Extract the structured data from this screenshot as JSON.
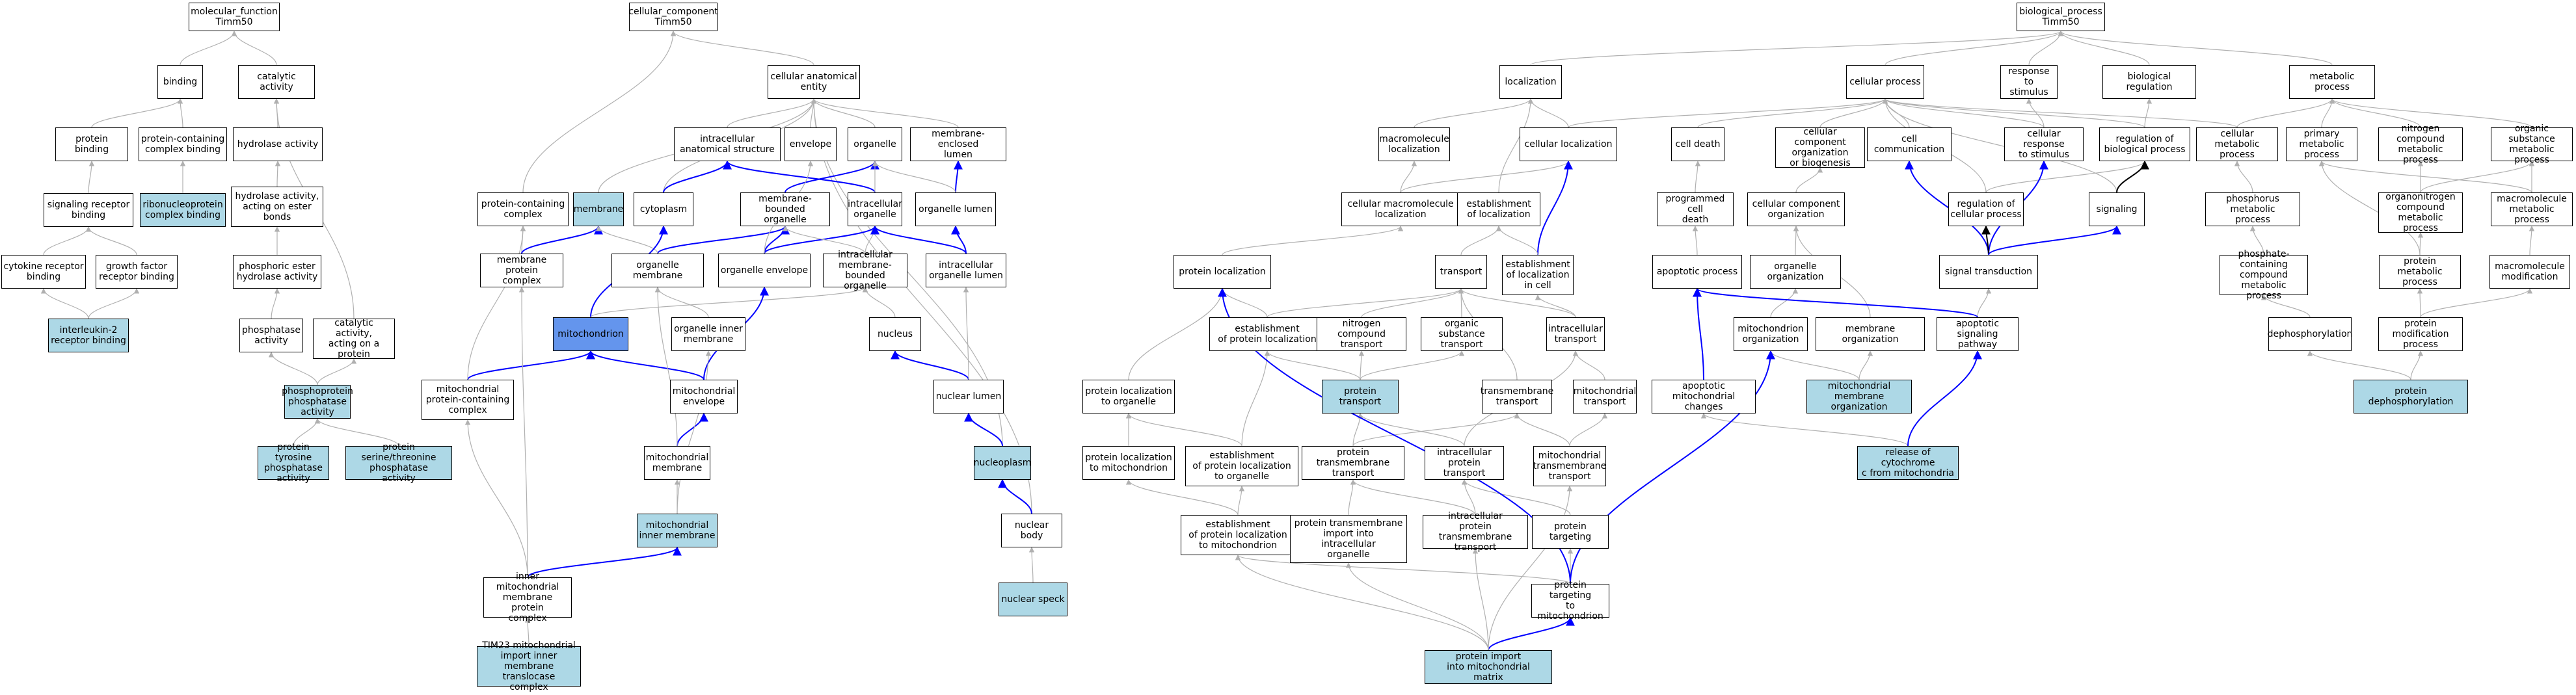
{
  "colors": {
    "plain_fill": "#ffffff",
    "highlight_fill": "#add8e6",
    "selected_fill": "#6495ed",
    "gray_edge": "#b0b0b0",
    "blue_edge": "#0000ff",
    "black_edge": "#000000"
  },
  "nodes": {
    "mf": {
      "label": "molecular_function\nTimm50",
      "kind": "plain"
    },
    "binding": {
      "label": "binding",
      "kind": "plain"
    },
    "catalytic": {
      "label": "catalytic activity",
      "kind": "plain"
    },
    "protbind": {
      "label": "protein binding",
      "kind": "plain"
    },
    "pccb": {
      "label": "protein-containing\ncomplex binding",
      "kind": "plain"
    },
    "hydrolase": {
      "label": "hydrolase activity",
      "kind": "plain"
    },
    "sigrec": {
      "label": "signaling receptor\nbinding",
      "kind": "plain"
    },
    "ribonuc": {
      "label": "ribonucleoprotein\ncomplex binding",
      "kind": "hl"
    },
    "hydester": {
      "label": "hydrolase activity,\nacting on ester\nbonds",
      "kind": "plain"
    },
    "cytorec": {
      "label": "cytokine receptor\nbinding",
      "kind": "plain"
    },
    "gfrec": {
      "label": "growth factor\nreceptor binding",
      "kind": "plain"
    },
    "phosester": {
      "label": "phosphoric ester\nhydrolase activity",
      "kind": "plain"
    },
    "il2": {
      "label": "interleukin-2\nreceptor binding",
      "kind": "hl"
    },
    "phosphatase": {
      "label": "phosphatase\nactivity",
      "kind": "plain"
    },
    "catprot": {
      "label": "catalytic activity,\nacting on a\nprotein",
      "kind": "plain"
    },
    "ppp": {
      "label": "phosphoprotein\nphosphatase\nactivity",
      "kind": "hl"
    },
    "ptyr": {
      "label": "protein tyrosine\nphosphatase\nactivity",
      "kind": "hl"
    },
    "pser": {
      "label": "protein serine/threonine\nphosphatase\nactivity",
      "kind": "hl"
    },
    "cc": {
      "label": "cellular_component\nTimm50",
      "kind": "plain"
    },
    "cae": {
      "label": "cellular anatomical\nentity",
      "kind": "plain"
    },
    "ias": {
      "label": "intracellular\nanatomical structure",
      "kind": "plain"
    },
    "envelope": {
      "label": "envelope",
      "kind": "plain"
    },
    "organelle": {
      "label": "organelle",
      "kind": "plain"
    },
    "mel": {
      "label": "membrane-enclosed\nlumen",
      "kind": "plain"
    },
    "pcc": {
      "label": "protein-containing\ncomplex",
      "kind": "plain"
    },
    "membrane": {
      "label": "membrane",
      "kind": "hl"
    },
    "cytoplasm": {
      "label": "cytoplasm",
      "kind": "plain"
    },
    "mbo": {
      "label": "membrane-bounded\norganelle",
      "kind": "plain"
    },
    "io": {
      "label": "intracellular\norganelle",
      "kind": "plain"
    },
    "ol": {
      "label": "organelle lumen",
      "kind": "plain"
    },
    "mpc": {
      "label": "membrane protein\ncomplex",
      "kind": "plain"
    },
    "om": {
      "label": "organelle membrane",
      "kind": "plain"
    },
    "oe": {
      "label": "organelle envelope",
      "kind": "plain"
    },
    "imbo": {
      "label": "intracellular\nmembrane-bounded\norganelle",
      "kind": "plain"
    },
    "iol": {
      "label": "intracellular\norganelle lumen",
      "kind": "plain"
    },
    "mito": {
      "label": "mitochondrion",
      "kind": "sel"
    },
    "oim": {
      "label": "organelle inner\nmembrane",
      "kind": "plain"
    },
    "nucleus": {
      "label": "nucleus",
      "kind": "plain"
    },
    "mppc": {
      "label": "mitochondrial\nprotein-containing\ncomplex",
      "kind": "plain"
    },
    "menv": {
      "label": "mitochondrial\nenvelope",
      "kind": "plain"
    },
    "nlumen": {
      "label": "nuclear lumen",
      "kind": "plain"
    },
    "mmem": {
      "label": "mitochondrial\nmembrane",
      "kind": "plain"
    },
    "nucleoplasm": {
      "label": "nucleoplasm",
      "kind": "hl"
    },
    "mim": {
      "label": "mitochondrial\ninner membrane",
      "kind": "hl"
    },
    "nbody": {
      "label": "nuclear body",
      "kind": "plain"
    },
    "imm": {
      "label": "inner mitochondrial\nmembrane protein\ncomplex",
      "kind": "plain"
    },
    "nspeck": {
      "label": "nuclear speck",
      "kind": "hl"
    },
    "tim23": {
      "label": "TIM23 mitochondrial\nimport inner\nmembrane translocase\ncomplex",
      "kind": "hl"
    },
    "bp": {
      "label": "biological_process\nTimm50",
      "kind": "plain"
    },
    "localization": {
      "label": "localization",
      "kind": "plain"
    },
    "cp": {
      "label": "cellular process",
      "kind": "plain"
    },
    "rts": {
      "label": "response to\nstimulus",
      "kind": "plain"
    },
    "breg": {
      "label": "biological regulation",
      "kind": "plain"
    },
    "mp": {
      "label": "metabolic process",
      "kind": "plain"
    },
    "ml": {
      "label": "macromolecule\nlocalization",
      "kind": "plain"
    },
    "cl": {
      "label": "cellular localization",
      "kind": "plain"
    },
    "celldeath": {
      "label": "cell death",
      "kind": "plain"
    },
    "ccob": {
      "label": "cellular component\norganization\nor biogenesis",
      "kind": "plain"
    },
    "cc2": {
      "label": "cell communication",
      "kind": "plain"
    },
    "crs": {
      "label": "cellular response\nto stimulus",
      "kind": "plain"
    },
    "rbp": {
      "label": "regulation of\nbiological process",
      "kind": "plain"
    },
    "cmp": {
      "label": "cellular metabolic\nprocess",
      "kind": "plain"
    },
    "pmp": {
      "label": "primary metabolic\nprocess",
      "kind": "plain"
    },
    "ncmp": {
      "label": "nitrogen compound\nmetabolic process",
      "kind": "plain"
    },
    "osmp": {
      "label": "organic substance\nmetabolic process",
      "kind": "plain"
    },
    "cml": {
      "label": "cellular macromolecule\nlocalization",
      "kind": "plain"
    },
    "eol": {
      "label": "establishment\nof localization",
      "kind": "plain"
    },
    "pcd": {
      "label": "programmed cell\ndeath",
      "kind": "plain"
    },
    "cco": {
      "label": "cellular component\norganization",
      "kind": "plain"
    },
    "rcp": {
      "label": "regulation of\ncellular process",
      "kind": "plain"
    },
    "signaling": {
      "label": "signaling",
      "kind": "plain"
    },
    "phmp": {
      "label": "phosphorus metabolic\nprocess",
      "kind": "plain"
    },
    "oncmp": {
      "label": "organonitrogen\ncompound metabolic\nprocess",
      "kind": "plain"
    },
    "mmp": {
      "label": "macromolecule\nmetabolic process",
      "kind": "plain"
    },
    "ploc": {
      "label": "protein localization",
      "kind": "plain"
    },
    "transport": {
      "label": "transport",
      "kind": "plain"
    },
    "eolc": {
      "label": "establishment\nof localization\nin cell",
      "kind": "plain"
    },
    "ap": {
      "label": "apoptotic process",
      "kind": "plain"
    },
    "oo": {
      "label": "organelle organization",
      "kind": "plain"
    },
    "st": {
      "label": "signal transduction",
      "kind": "plain"
    },
    "pccmp": {
      "label": "phosphate-containing\ncompound metabolic\nprocess",
      "kind": "plain"
    },
    "prmp": {
      "label": "protein metabolic\nprocess",
      "kind": "plain"
    },
    "mm": {
      "label": "macromolecule\nmodification",
      "kind": "plain"
    },
    "epl": {
      "label": "establishment\nof protein localization",
      "kind": "plain"
    },
    "nct": {
      "label": "nitrogen compound\ntransport",
      "kind": "plain"
    },
    "ost": {
      "label": "organic substance\ntransport",
      "kind": "plain"
    },
    "it": {
      "label": "intracellular\ntransport",
      "kind": "plain"
    },
    "mo": {
      "label": "mitochondrion\norganization",
      "kind": "plain"
    },
    "memorg": {
      "label": "membrane organization",
      "kind": "plain"
    },
    "asp": {
      "label": "apoptotic signaling\npathway",
      "kind": "plain"
    },
    "dephos": {
      "label": "dephosphorylation",
      "kind": "plain"
    },
    "pmodp": {
      "label": "protein modification\nprocess",
      "kind": "plain"
    },
    "plo": {
      "label": "protein localization\nto organelle",
      "kind": "plain"
    },
    "ptrans": {
      "label": "protein transport",
      "kind": "hl"
    },
    "tmt": {
      "label": "transmembrane\ntransport",
      "kind": "plain"
    },
    "mt": {
      "label": "mitochondrial\ntransport",
      "kind": "plain"
    },
    "amc": {
      "label": "apoptotic mitochondrial\nchanges",
      "kind": "plain"
    },
    "mmo": {
      "label": "mitochondrial\nmembrane organization",
      "kind": "hl"
    },
    "pdephos": {
      "label": "protein dephosphorylation",
      "kind": "hl"
    },
    "plm": {
      "label": "protein localization\nto mitochondrion",
      "kind": "plain"
    },
    "eplo": {
      "label": "establishment\nof protein localization\nto organelle",
      "kind": "plain"
    },
    "ptmt": {
      "label": "protein transmembrane\ntransport",
      "kind": "plain"
    },
    "ipt": {
      "label": "intracellular\nprotein transport",
      "kind": "plain"
    },
    "mtmt": {
      "label": "mitochondrial\ntransmembrane\ntransport",
      "kind": "plain"
    },
    "rcc": {
      "label": "release of cytochrome\nc from mitochondria",
      "kind": "hl"
    },
    "eplm": {
      "label": "establishment\nof protein localization\nto mitochondrion",
      "kind": "plain"
    },
    "ptmi": {
      "label": "protein transmembrane\nimport into\nintracellular\norganelle",
      "kind": "plain"
    },
    "iptmt": {
      "label": "intracellular\nprotein transmembrane\ntransport",
      "kind": "plain"
    },
    "ptarg": {
      "label": "protein targeting",
      "kind": "plain"
    },
    "ptm": {
      "label": "protein targeting\nto mitochondrion",
      "kind": "plain"
    },
    "pimm": {
      "label": "protein import\ninto mitochondrial\nmatrix",
      "kind": "hl"
    }
  },
  "edges": [
    [
      "binding",
      "mf",
      "g"
    ],
    [
      "catalytic",
      "mf",
      "g"
    ],
    [
      "protbind",
      "binding",
      "g"
    ],
    [
      "pccb",
      "binding",
      "g"
    ],
    [
      "hydrolase",
      "catalytic",
      "g"
    ],
    [
      "catprot",
      "catalytic",
      "g"
    ],
    [
      "sigrec",
      "protbind",
      "g"
    ],
    [
      "ribonuc",
      "pccb",
      "g"
    ],
    [
      "hydester",
      "hydrolase",
      "g"
    ],
    [
      "cytorec",
      "sigrec",
      "g"
    ],
    [
      "gfrec",
      "sigrec",
      "g"
    ],
    [
      "phosester",
      "hydester",
      "g"
    ],
    [
      "il2",
      "cytorec",
      "g"
    ],
    [
      "il2",
      "gfrec",
      "g"
    ],
    [
      "phosphatase",
      "phosester",
      "g"
    ],
    [
      "ppp",
      "phosphatase",
      "g"
    ],
    [
      "ppp",
      "catprot",
      "g"
    ],
    [
      "ptyr",
      "ppp",
      "g"
    ],
    [
      "pser",
      "ppp",
      "g"
    ],
    [
      "cae",
      "cc",
      "g"
    ],
    [
      "pcc",
      "cc",
      "g"
    ],
    [
      "ias",
      "cae",
      "g"
    ],
    [
      "envelope",
      "cae",
      "g"
    ],
    [
      "organelle",
      "cae",
      "g"
    ],
    [
      "mel",
      "cae",
      "g"
    ],
    [
      "membrane",
      "cae",
      "g"
    ],
    [
      "cytoplasm",
      "cae",
      "g"
    ],
    [
      "nucleoplasm",
      "cae",
      "g"
    ],
    [
      "nbody",
      "cae",
      "g"
    ],
    [
      "cytoplasm",
      "ias",
      "b"
    ],
    [
      "io",
      "ias",
      "b"
    ],
    [
      "mbo",
      "organelle",
      "b"
    ],
    [
      "io",
      "organelle",
      "g"
    ],
    [
      "ol",
      "mel",
      "b"
    ],
    [
      "ol",
      "organelle",
      "g"
    ],
    [
      "mpc",
      "pcc",
      "g"
    ],
    [
      "mpc",
      "membrane",
      "b"
    ],
    [
      "om",
      "mbo",
      "b"
    ],
    [
      "om",
      "membrane",
      "g"
    ],
    [
      "oe",
      "mbo",
      "b"
    ],
    [
      "oe",
      "io",
      "b"
    ],
    [
      "oe",
      "envelope",
      "g"
    ],
    [
      "imbo",
      "mbo",
      "g"
    ],
    [
      "imbo",
      "io",
      "g"
    ],
    [
      "iol",
      "ol",
      "b"
    ],
    [
      "iol",
      "io",
      "b"
    ],
    [
      "mito",
      "cytoplasm",
      "b"
    ],
    [
      "mito",
      "imbo",
      "g"
    ],
    [
      "mppc",
      "mito",
      "b"
    ],
    [
      "mppc",
      "pcc",
      "g"
    ],
    [
      "menv",
      "mito",
      "b"
    ],
    [
      "menv",
      "oe",
      "b"
    ],
    [
      "oim",
      "om",
      "g"
    ],
    [
      "nucleus",
      "imbo",
      "g"
    ],
    [
      "mmem",
      "menv",
      "b"
    ],
    [
      "mmem",
      "om",
      "g"
    ],
    [
      "nlumen",
      "nucleus",
      "b"
    ],
    [
      "nlumen",
      "iol",
      "g"
    ],
    [
      "mim",
      "mmem",
      "g"
    ],
    [
      "mim",
      "oim",
      "g"
    ],
    [
      "nucleoplasm",
      "nlumen",
      "b"
    ],
    [
      "nbody",
      "nucleoplasm",
      "b"
    ],
    [
      "imm",
      "mim",
      "b"
    ],
    [
      "imm",
      "mppc",
      "g"
    ],
    [
      "imm",
      "mpc",
      "g"
    ],
    [
      "nspeck",
      "nbody",
      "g"
    ],
    [
      "tim23",
      "imm",
      "g"
    ],
    [
      "localization",
      "bp",
      "g"
    ],
    [
      "cp",
      "bp",
      "g"
    ],
    [
      "rts",
      "bp",
      "g"
    ],
    [
      "breg",
      "bp",
      "g"
    ],
    [
      "mp",
      "bp",
      "g"
    ],
    [
      "ml",
      "localization",
      "g"
    ],
    [
      "cl",
      "localization",
      "g"
    ],
    [
      "cl",
      "cp",
      "g"
    ],
    [
      "celldeath",
      "cp",
      "g"
    ],
    [
      "ccob",
      "cp",
      "g"
    ],
    [
      "cc2",
      "cp",
      "g"
    ],
    [
      "crs",
      "cp",
      "g"
    ],
    [
      "crs",
      "rts",
      "g"
    ],
    [
      "rbp",
      "breg",
      "g"
    ],
    [
      "rbp",
      "cp",
      "g"
    ],
    [
      "cmp",
      "cp",
      "g"
    ],
    [
      "cmp",
      "mp",
      "g"
    ],
    [
      "pmp",
      "mp",
      "g"
    ],
    [
      "ncmp",
      "mp",
      "g"
    ],
    [
      "osmp",
      "mp",
      "g"
    ],
    [
      "cml",
      "ml",
      "g"
    ],
    [
      "cml",
      "cl",
      "g"
    ],
    [
      "eol",
      "localization",
      "g"
    ],
    [
      "pcd",
      "celldeath",
      "g"
    ],
    [
      "cco",
      "ccob",
      "g"
    ],
    [
      "rcp",
      "rbp",
      "g"
    ],
    [
      "rcp",
      "cp",
      "g"
    ],
    [
      "signaling",
      "cp",
      "g"
    ],
    [
      "signaling",
      "rbp",
      "k"
    ],
    [
      "phmp",
      "cmp",
      "g"
    ],
    [
      "oncmp",
      "ncmp",
      "g"
    ],
    [
      "oncmp",
      "osmp",
      "g"
    ],
    [
      "mmp",
      "osmp",
      "g"
    ],
    [
      "mmp",
      "pmp",
      "g"
    ],
    [
      "ploc",
      "cml",
      "g"
    ],
    [
      "transport",
      "eol",
      "g"
    ],
    [
      "eolc",
      "cl",
      "b"
    ],
    [
      "eolc",
      "eol",
      "g"
    ],
    [
      "ap",
      "pcd",
      "g"
    ],
    [
      "oo",
      "cco",
      "g"
    ],
    [
      "st",
      "cc2",
      "b"
    ],
    [
      "st",
      "crs",
      "b"
    ],
    [
      "st",
      "rcp",
      "k"
    ],
    [
      "st",
      "signaling",
      "b"
    ],
    [
      "pccmp",
      "phmp",
      "g"
    ],
    [
      "prmp",
      "oncmp",
      "g"
    ],
    [
      "prmp",
      "pmp",
      "g"
    ],
    [
      "mm",
      "mmp",
      "g"
    ],
    [
      "epl",
      "ploc",
      "g"
    ],
    [
      "epl",
      "transport",
      "g"
    ],
    [
      "nct",
      "transport",
      "g"
    ],
    [
      "ost",
      "transport",
      "g"
    ],
    [
      "it",
      "transport",
      "g"
    ],
    [
      "it",
      "eolc",
      "g"
    ],
    [
      "mo",
      "oo",
      "g"
    ],
    [
      "memorg",
      "cco",
      "g"
    ],
    [
      "asp",
      "st",
      "g"
    ],
    [
      "asp",
      "ap",
      "b"
    ],
    [
      "dephos",
      "pccmp",
      "g"
    ],
    [
      "pmodp",
      "prmp",
      "g"
    ],
    [
      "pmodp",
      "mm",
      "g"
    ],
    [
      "plo",
      "ploc",
      "g"
    ],
    [
      "ptrans",
      "epl",
      "g"
    ],
    [
      "ptrans",
      "nct",
      "g"
    ],
    [
      "ptrans",
      "ost",
      "g"
    ],
    [
      "tmt",
      "transport",
      "g"
    ],
    [
      "mt",
      "it",
      "g"
    ],
    [
      "amc",
      "ap",
      "b"
    ],
    [
      "mmo",
      "mo",
      "g"
    ],
    [
      "mmo",
      "memorg",
      "g"
    ],
    [
      "pdephos",
      "dephos",
      "g"
    ],
    [
      "pdephos",
      "pmodp",
      "g"
    ],
    [
      "plm",
      "plo",
      "g"
    ],
    [
      "eplo",
      "plo",
      "g"
    ],
    [
      "eplo",
      "epl",
      "g"
    ],
    [
      "ptmt",
      "ptrans",
      "g"
    ],
    [
      "ptmt",
      "tmt",
      "g"
    ],
    [
      "ipt",
      "ptrans",
      "g"
    ],
    [
      "ipt",
      "it",
      "g"
    ],
    [
      "mtmt",
      "mt",
      "g"
    ],
    [
      "mtmt",
      "tmt",
      "g"
    ],
    [
      "rcc",
      "amc",
      "g"
    ],
    [
      "rcc",
      "asp",
      "b"
    ],
    [
      "eplm",
      "plm",
      "g"
    ],
    [
      "eplm",
      "eplo",
      "g"
    ],
    [
      "ptmi",
      "ptmt",
      "g"
    ],
    [
      "iptmt",
      "ipt",
      "g"
    ],
    [
      "iptmt",
      "ptmt",
      "g"
    ],
    [
      "ptarg",
      "ipt",
      "g"
    ],
    [
      "ptm",
      "ptarg",
      "g"
    ],
    [
      "ptm",
      "eplm",
      "g"
    ],
    [
      "ptm",
      "ploc",
      "b"
    ],
    [
      "ptm",
      "mo",
      "b"
    ],
    [
      "pimm",
      "ptm",
      "b"
    ],
    [
      "pimm",
      "ptmi",
      "g"
    ],
    [
      "pimm",
      "iptmt",
      "g"
    ],
    [
      "pimm",
      "mtmt",
      "g"
    ],
    [
      "pimm",
      "eplm",
      "g"
    ]
  ]
}
